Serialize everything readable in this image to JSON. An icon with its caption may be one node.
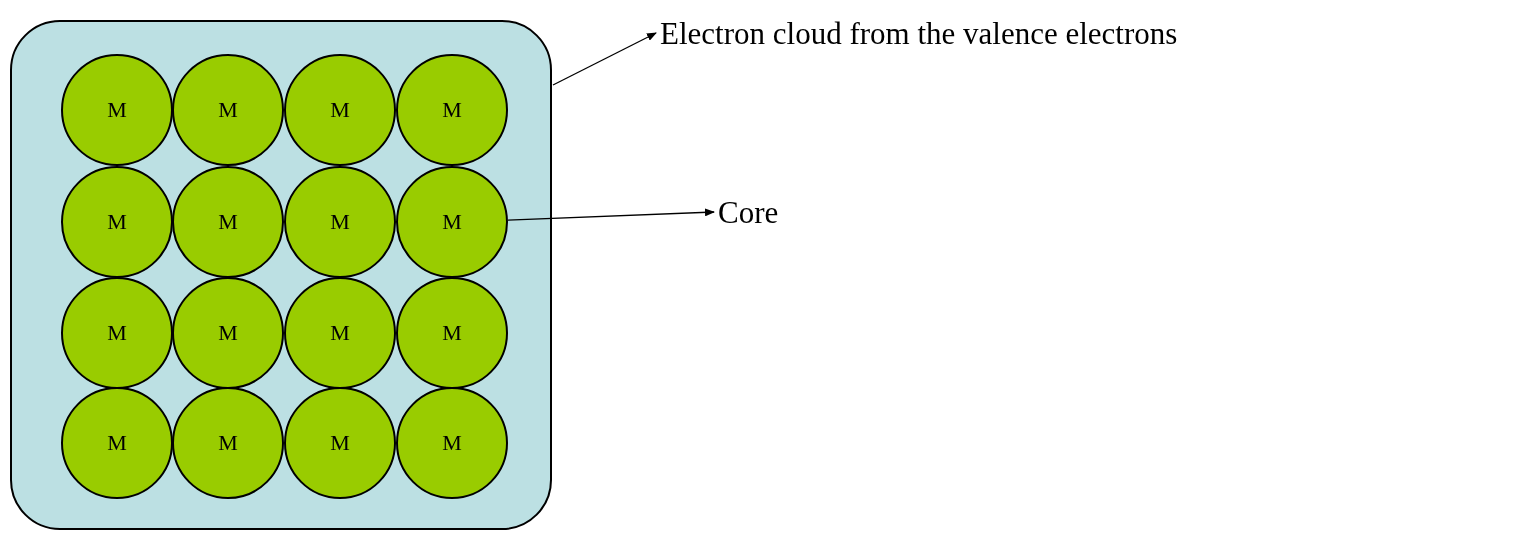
{
  "diagram": {
    "nodes": [
      {
        "text": [],
        "shape": "box"
      },
      {
        "text": [
          "M"
        ],
        "in": 0
      },
      {
        "text": [
          "M"
        ],
        "in": 0
      },
      {
        "text": [
          "M"
        ],
        "in": 0
      },
      {
        "text": [
          "M"
        ],
        "in": 0
      },
      {
        "text": [
          "M"
        ],
        "in": 0
      },
      {
        "text": [
          "M"
        ],
        "in": 0
      },
      {
        "text": [
          "M"
        ],
        "in": 0
      },
      {
        "text": [
          "M"
        ],
        "in": 0
      },
      {
        "text": [
          "M"
        ],
        "in": 0
      },
      {
        "text": [
          "M"
        ],
        "in": 0
      },
      {
        "text": [
          "M"
        ],
        "in": 0
      },
      {
        "text": [
          "M"
        ],
        "in": 0
      },
      {
        "text": [
          "M"
        ],
        "in": 0
      },
      {
        "text": [
          "M"
        ],
        "in": 0
      },
      {
        "text": [
          "M"
        ],
        "in": 0
      },
      {
        "text": [
          "M"
        ],
        "in": 0
      },
      {
        "text": [
          "Electron cloud from the valence electrons"
        ]
      },
      {
        "text": [
          "Core"
        ]
      }
    ],
    "edges": [
      {
        "from": 0,
        "to": 17,
        "arrow": "to"
      },
      {
        "from": 8,
        "to": 18,
        "arrow": "to"
      }
    ]
  }
}
